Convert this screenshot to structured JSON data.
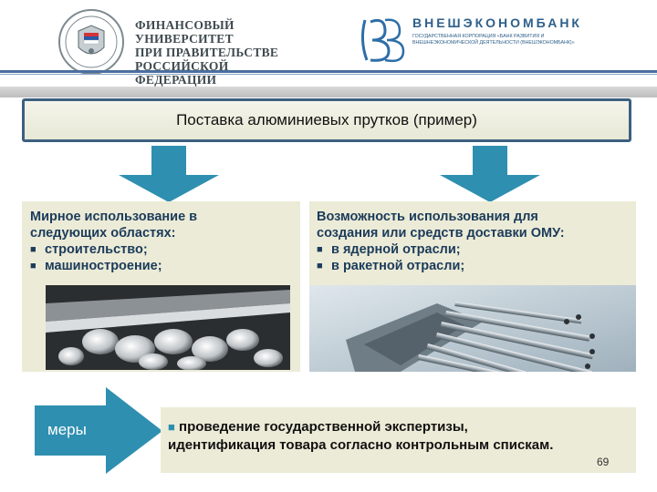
{
  "header": {
    "fu_logo_icon": "financial-university-crest-icon",
    "fu_lines": [
      "ФИНАНСОВЫЙ УНИВЕРСИТЕТ",
      "ПРИ ПРАВИТЕЛЬСТВЕ",
      "РОССИЙСКОЙ ФЕДЕРАЦИИ"
    ],
    "veb_logo_icon": "veb-monogram-icon",
    "veb_name": "ВНЕШЭКОНОМБАНК",
    "veb_subtitle": "ГОСУДАРСТВЕННАЯ КОРПОРАЦИЯ «БАНК РАЗВИТИЯ И ВНЕШНЕЭКОНОМИЧЕСКОЙ ДЕЯТЕЛЬНОСТИ (ВНЕШЭКОНОМБАНК)»",
    "accent_color": "#4a6fa0"
  },
  "title": "Поставка алюминиевых прутков (пример)",
  "left_panel": {
    "heading_line1": "Мирное использование в",
    "heading_line2": "следующих областях:",
    "items": [
      "строительство;",
      "машиностроение;"
    ],
    "image_icon": "aluminium-bars-photo"
  },
  "right_panel": {
    "heading_line1": "Возможность использования для",
    "heading_line2": "создания или средств доставки ОМУ:",
    "items": [
      "в ядерной отрасли;",
      "в ракетной отрасли;"
    ],
    "image_icon": "metal-rods-photo"
  },
  "bottom": {
    "arrow_label": "меры",
    "text_line1": "проведение государственной экспертизы,",
    "text_line2": "идентификация товара согласно контрольным спискам.",
    "page_number": "69"
  },
  "colors": {
    "arrow_teal": "#2f8fb0",
    "panel_bg": "#ecebd7",
    "title_border": "#3c6080"
  }
}
